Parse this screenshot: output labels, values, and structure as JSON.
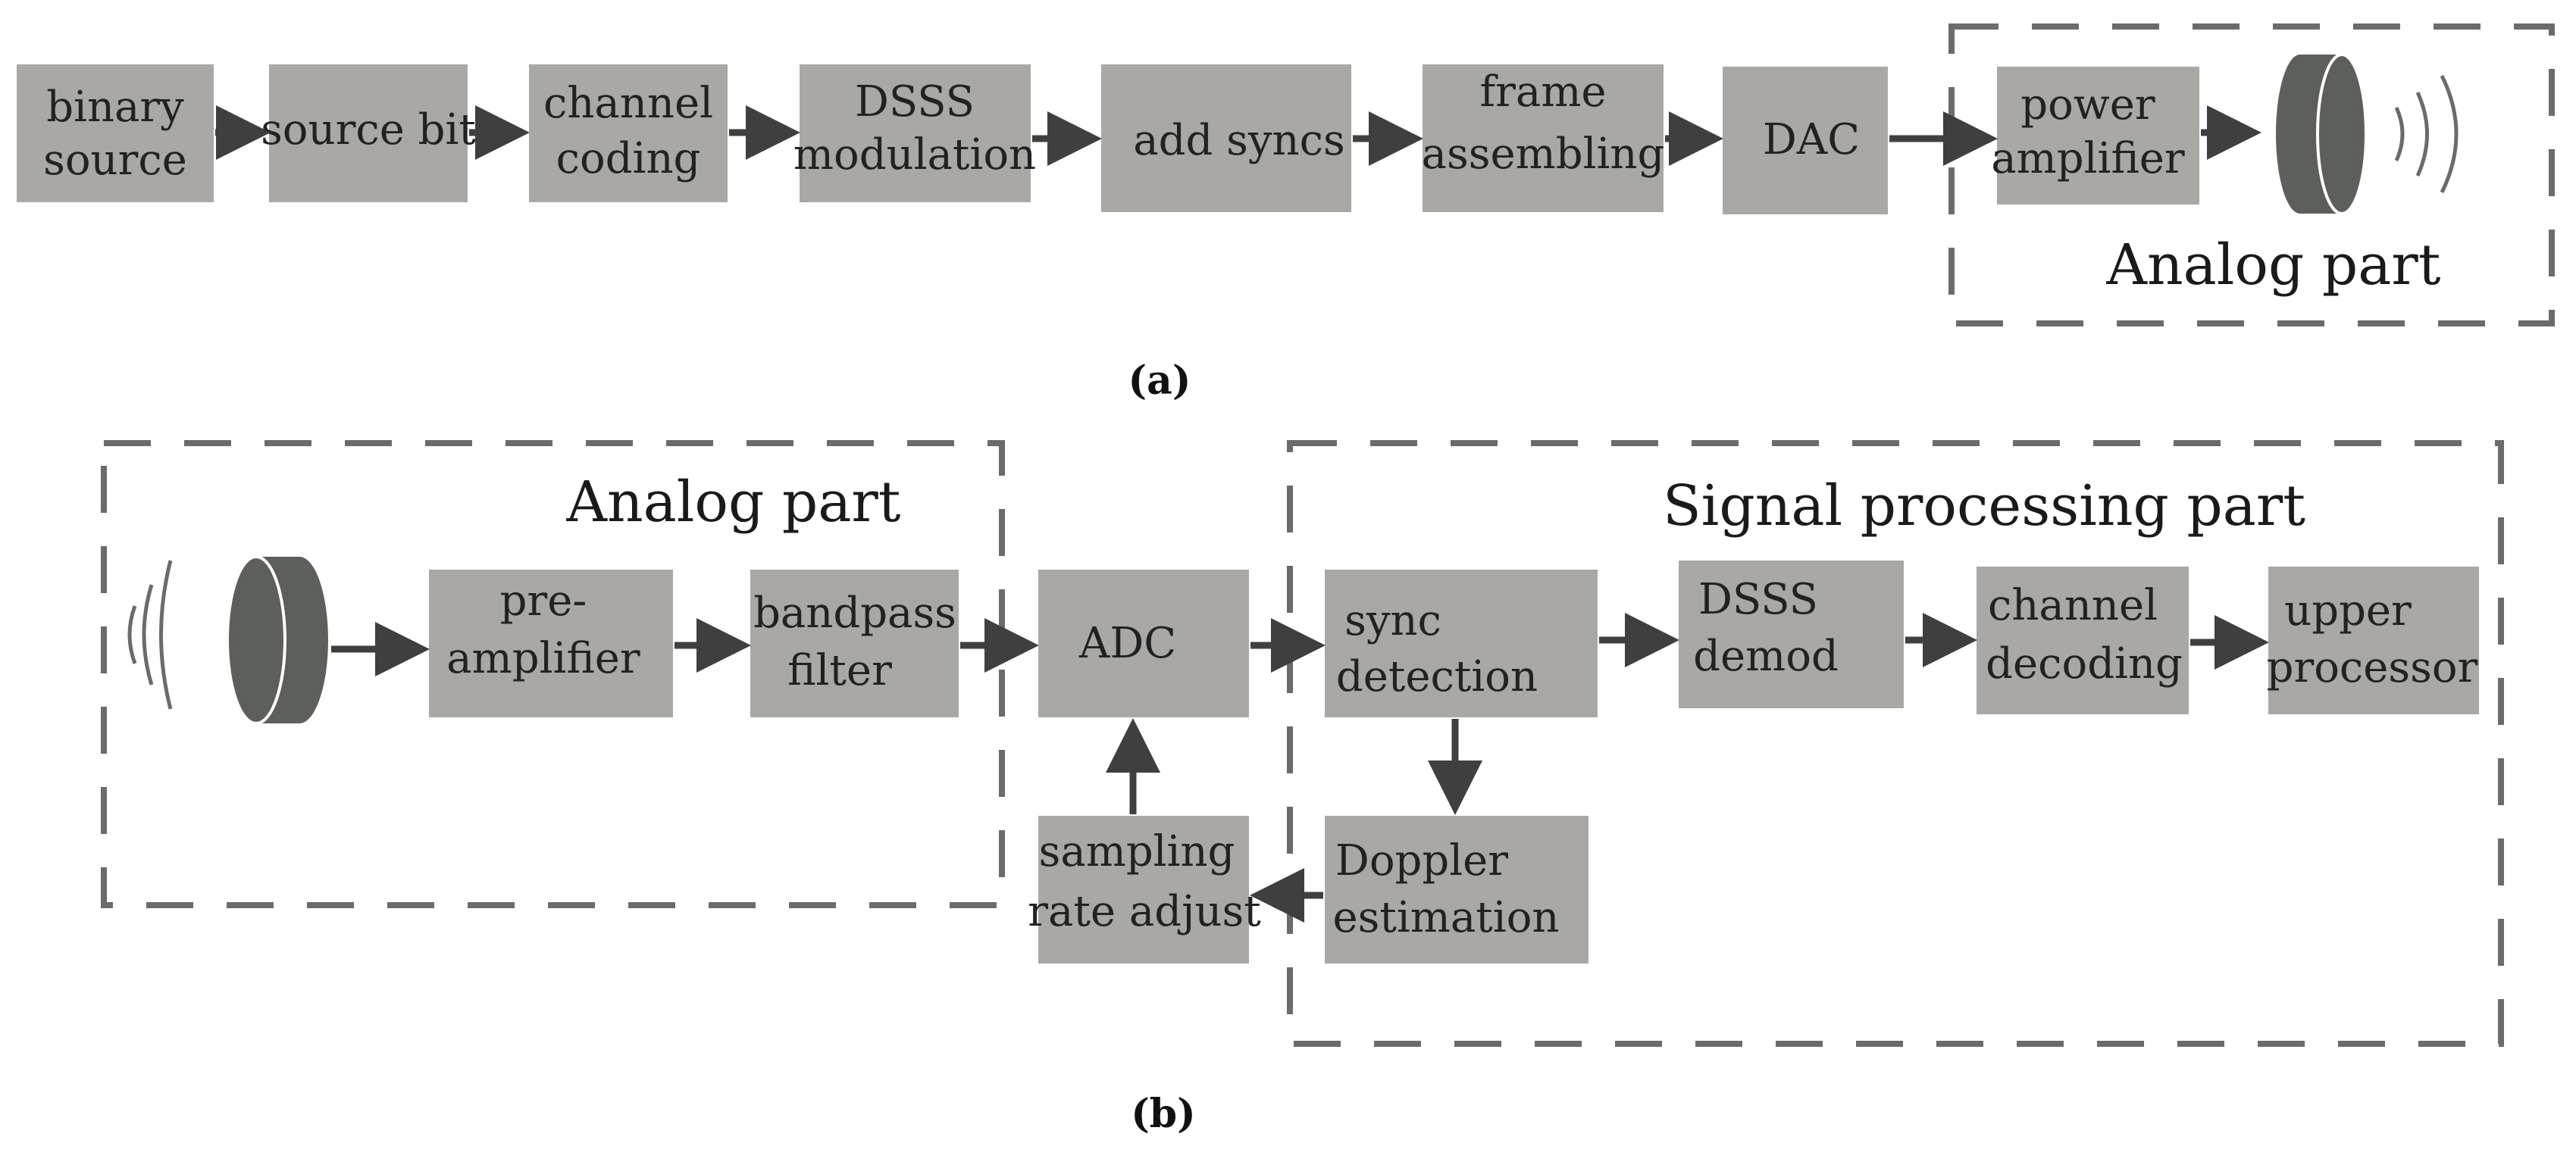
{
  "colors": {
    "block_fill": "#a9a8a4",
    "arrow": "#3f3f3f",
    "dashed_border": "#6b6b6b",
    "transducer": "#5d5f5b",
    "text": "#222222"
  },
  "panel_a": {
    "caption": "(a)",
    "region_label": "Analog part",
    "blocks": [
      {
        "id": "binary-source",
        "lines": [
          "binary",
          "source"
        ]
      },
      {
        "id": "source-bit",
        "lines": [
          "source bit"
        ]
      },
      {
        "id": "channel-coding",
        "lines": [
          "channel",
          "coding"
        ]
      },
      {
        "id": "dsss-modulation",
        "lines": [
          "DSSS",
          "modulation"
        ]
      },
      {
        "id": "add-syncs",
        "lines": [
          "add syncs"
        ]
      },
      {
        "id": "frame-assembling",
        "lines": [
          "frame",
          "assembling"
        ]
      },
      {
        "id": "dac",
        "lines": [
          "DAC"
        ]
      },
      {
        "id": "power-amplifier",
        "lines": [
          "power",
          "amplifier"
        ]
      }
    ],
    "transducer_icon": "transmitting-transducer-icon"
  },
  "panel_b": {
    "caption": "(b)",
    "analog_region_label": "Analog part",
    "signal_region_label": "Signal processing part",
    "blocks": [
      {
        "id": "pre-amplifier",
        "lines": [
          "pre-",
          "amplifier"
        ]
      },
      {
        "id": "bandpass-filter",
        "lines": [
          "bandpass",
          "filter"
        ]
      },
      {
        "id": "adc",
        "lines": [
          "ADC"
        ]
      },
      {
        "id": "sync-detection",
        "lines": [
          "sync",
          "detection"
        ]
      },
      {
        "id": "dsss-demod",
        "lines": [
          "DSSS",
          "demod"
        ]
      },
      {
        "id": "channel-decoding",
        "lines": [
          "channel",
          "decoding"
        ]
      },
      {
        "id": "upper-processor",
        "lines": [
          "upper",
          "processor"
        ]
      },
      {
        "id": "doppler-estimation",
        "lines": [
          "Doppler",
          "estimation"
        ]
      },
      {
        "id": "sampling-rate-adjust",
        "lines": [
          "sampling",
          "rate adjust"
        ]
      }
    ],
    "transducer_icon": "receiving-transducer-icon"
  }
}
